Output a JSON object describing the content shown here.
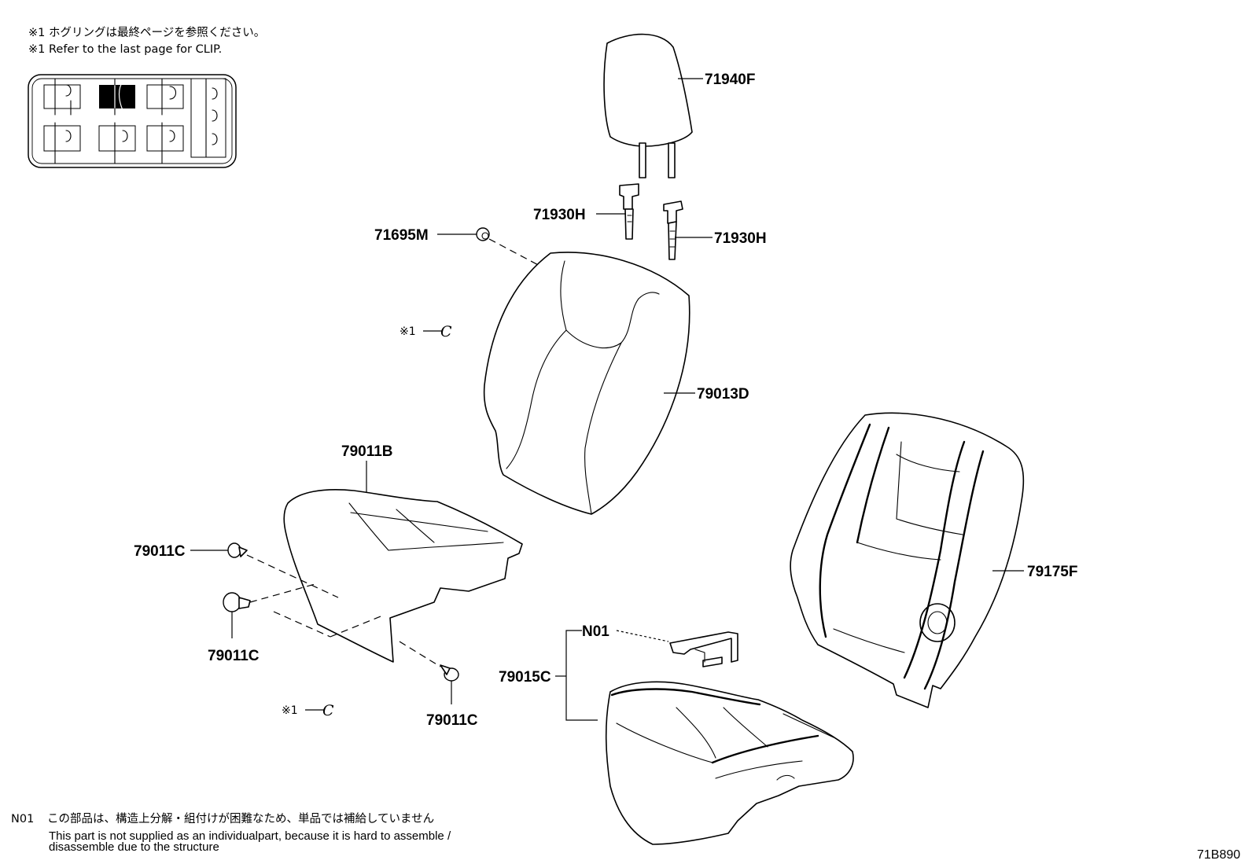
{
  "header_notes": {
    "line1_ja": "※1 ホグリングは最終ページを参照ください。",
    "line2_en": "※1 Refer to the last page for CLIP."
  },
  "clip_marks": {
    "symbol": "※1",
    "letter": "C"
  },
  "parts": {
    "headrest": "71940F",
    "support_left": "71930H",
    "support_right": "71930H",
    "hog_ring": "71695M",
    "back_cover": "79013D",
    "cushion_cover": "79011B",
    "clip_a": "79011C",
    "clip_b": "79011C",
    "clip_c": "79011C",
    "back_frame": "79175F",
    "n01": "N01",
    "cushion_assy": "79015C"
  },
  "footnote": {
    "code": "N01",
    "text_ja": "この部品は、構造上分解・組付けが困難なため、単品では補給していません",
    "text_en_line1": "This part is not supplied as an individualpart, because it is hard to assemble /",
    "text_en_line2": "disassemble due to the structure"
  },
  "diagram_id": "71B890"
}
